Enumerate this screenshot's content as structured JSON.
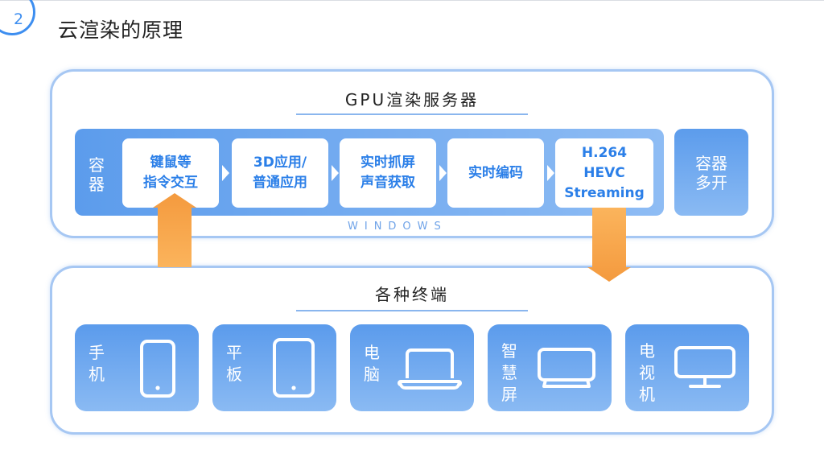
{
  "header": {
    "section_number": "2",
    "title": "云渲染的原理"
  },
  "server_panel": {
    "title": "GPU渲染服务器",
    "container_label": "容器",
    "windows_label": "WINDOWS",
    "steps": [
      {
        "line1": "键鼠等",
        "line2": "指令交互"
      },
      {
        "line1": "3D应用/",
        "line2": "普通应用"
      },
      {
        "line1": "实时抓屏",
        "line2": "声音获取"
      },
      {
        "line1": "实时编码",
        "line2": ""
      },
      {
        "line1": "H.264",
        "line2": "HEVC",
        "line3": "Streaming"
      }
    ],
    "multi_container": {
      "line1": "容器",
      "line2": "多开"
    }
  },
  "terminal_panel": {
    "title": "各种终端",
    "devices": [
      {
        "label_chars": [
          "手",
          "机"
        ],
        "icon": "phone-icon"
      },
      {
        "label_chars": [
          "平",
          "板"
        ],
        "icon": "tablet-icon"
      },
      {
        "label_chars": [
          "电",
          "脑"
        ],
        "icon": "laptop-icon"
      },
      {
        "label_chars": [
          "智",
          "慧",
          "屏"
        ],
        "icon": "smart-screen-icon"
      },
      {
        "label_chars": [
          "电",
          "视",
          "机"
        ],
        "icon": "tv-icon"
      }
    ]
  },
  "colors": {
    "accent": "#3d8ef0",
    "arrow": "#f5a24a",
    "panel_border": "#a6c7f3"
  }
}
